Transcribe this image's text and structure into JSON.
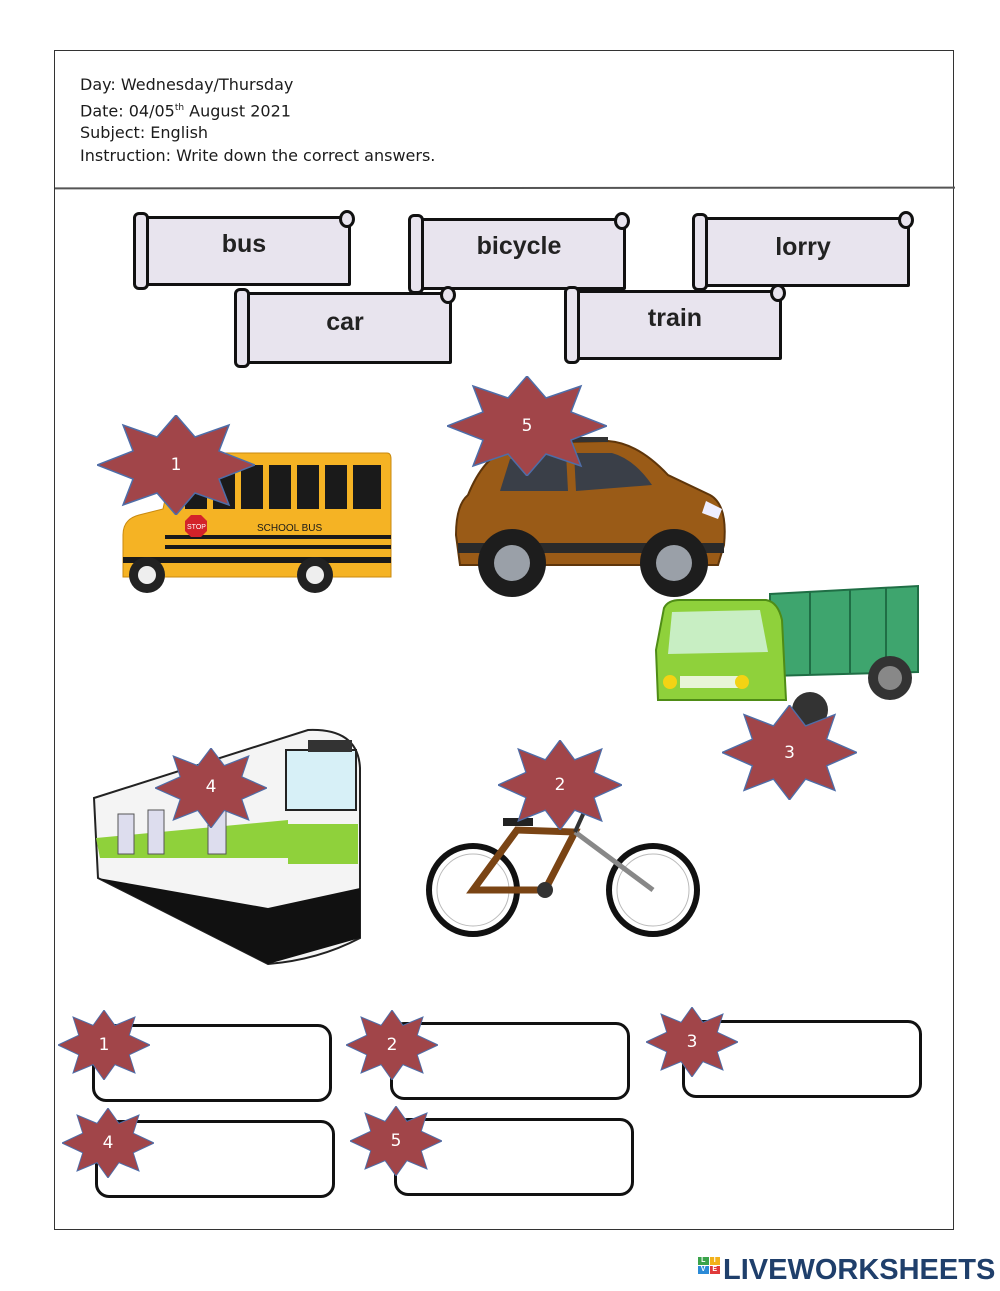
{
  "header": {
    "day_label": "Day:",
    "day_value": "Wednesday/Thursday",
    "date_label": "Date:",
    "date_value_pre": "04/05",
    "date_value_sup": "th",
    "date_value_post": "August 2021",
    "subject_label": "Subject:",
    "subject_value": "English",
    "instruction_label": "Instruction:",
    "instruction_value": "Write down the correct answers."
  },
  "word_bank": [
    "bus",
    "bicycle",
    "lorry",
    "car",
    "train"
  ],
  "pictures": [
    {
      "number": "1",
      "vehicle": "school-bus",
      "bus_text": "SCHOOL BUS",
      "sign_text": "STOP"
    },
    {
      "number": "5",
      "vehicle": "car"
    },
    {
      "number": "3",
      "vehicle": "lorry"
    },
    {
      "number": "4",
      "vehicle": "train"
    },
    {
      "number": "2",
      "vehicle": "bicycle"
    }
  ],
  "answers": [
    {
      "number": "1",
      "value": ""
    },
    {
      "number": "2",
      "value": ""
    },
    {
      "number": "3",
      "value": ""
    },
    {
      "number": "4",
      "value": ""
    },
    {
      "number": "5",
      "value": ""
    }
  ],
  "brand": "LIVEWORKSHEETS",
  "brand_icon_letters": [
    "L",
    "I",
    "V",
    "E"
  ],
  "colors": {
    "star": "#a14549",
    "scroll_fill": "#e8e4ee",
    "brand": "#1f3f6b"
  }
}
